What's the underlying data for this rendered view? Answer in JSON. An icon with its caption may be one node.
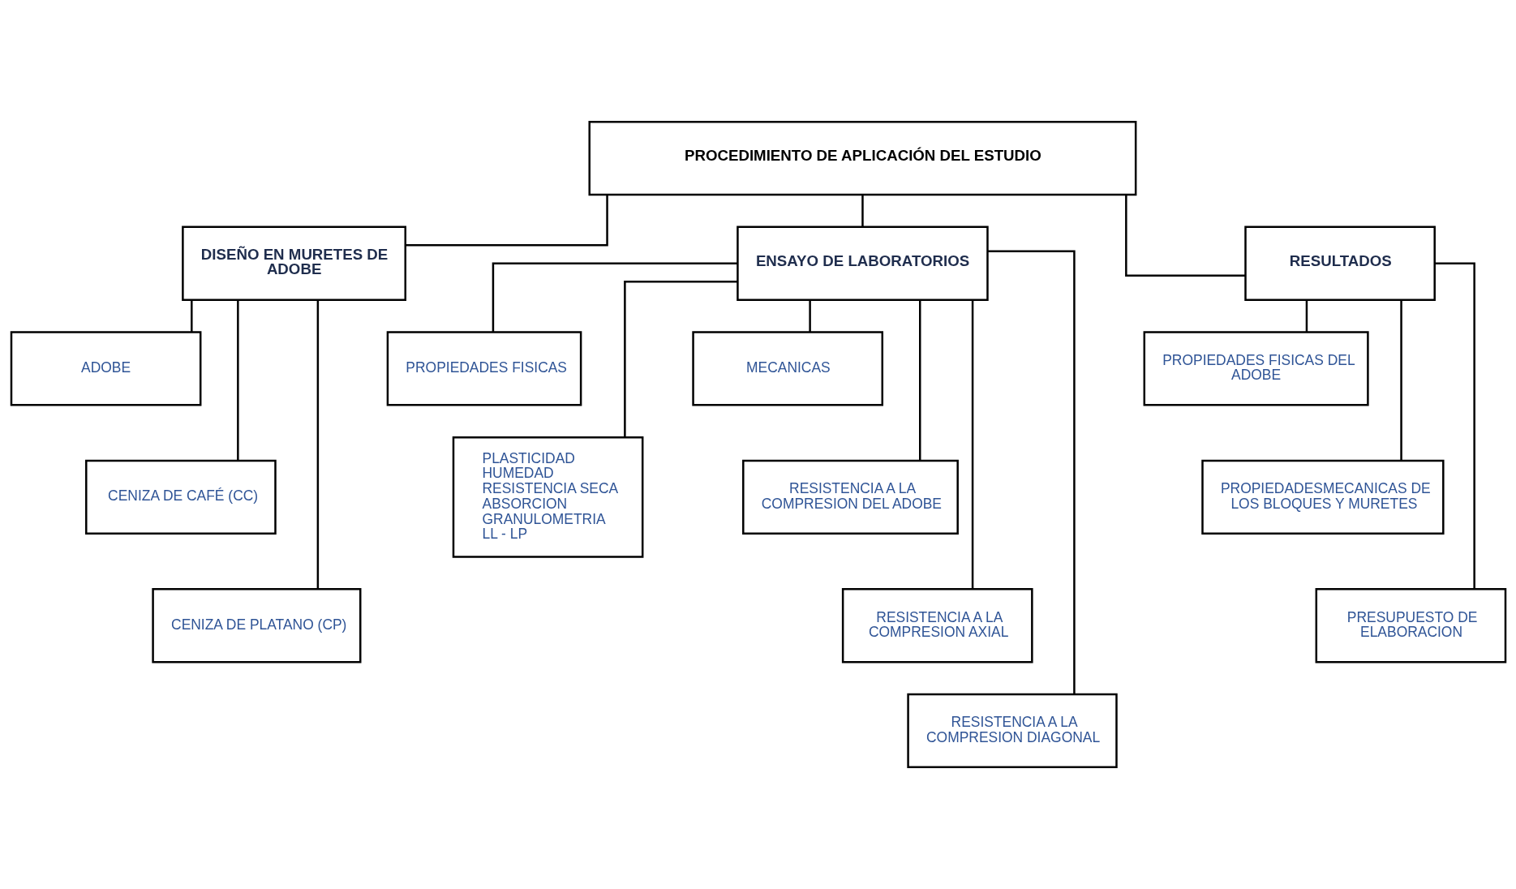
{
  "diagram": {
    "nodes": [
      {
        "text": [
          "PROCEDIMIENTO DE APLICACIÓN DEL ESTUDIO"
        ]
      },
      {
        "text": [
          "DISEÑO EN MURETES DE ADOBE"
        ]
      },
      {
        "text": [
          "ENSAYO DE LABORATORIOS"
        ]
      },
      {
        "text": [
          "RESULTADOS"
        ]
      },
      {
        "text": [
          "ADOBE"
        ]
      },
      {
        "text": [
          "CENIZA DE CAFÉ (CC)"
        ]
      },
      {
        "text": [
          "CENIZA DE PLATANO (CP)"
        ]
      },
      {
        "text": [
          "PROPIEDADES FISICAS"
        ]
      },
      {
        "text": [
          "PLASTICIDAD",
          "HUMEDAD",
          "RESISTENCIA SECA",
          "ABSORCION",
          "GRANULOMETRIA",
          "LL - LP"
        ]
      },
      {
        "text": [
          "MECANICAS"
        ]
      },
      {
        "text": [
          "RESISTENCIA A LA COMPRESION DEL ADOBE"
        ]
      },
      {
        "text": [
          "RESISTENCIA A LA COMPRESION AXIAL"
        ]
      },
      {
        "text": [
          "RESISTENCIA A LA COMPRESION DIAGONAL"
        ]
      },
      {
        "text": [
          "PROPIEDADES FISICAS DEL ADOBE"
        ]
      },
      {
        "text": [
          "PROPIEDADESMECANICAS DE LOS BLOQUES Y MURETES"
        ]
      },
      {
        "text": [
          "PRESUPUESTO DE ELABORACION"
        ]
      }
    ],
    "edges": [
      {
        "from": 0,
        "to": 1,
        "arrow": "none"
      },
      {
        "from": 0,
        "to": 2,
        "arrow": "none"
      },
      {
        "from": 0,
        "to": 3,
        "arrow": "none"
      },
      {
        "from": 1,
        "to": 4,
        "arrow": "none"
      },
      {
        "from": 1,
        "to": 5,
        "arrow": "none"
      },
      {
        "from": 1,
        "to": 6,
        "arrow": "none"
      },
      {
        "from": 2,
        "to": 7,
        "arrow": "none"
      },
      {
        "from": 2,
        "to": 8,
        "arrow": "none"
      },
      {
        "from": 2,
        "to": 9,
        "arrow": "none"
      },
      {
        "from": 2,
        "to": 10,
        "arrow": "none"
      },
      {
        "from": 2,
        "to": 11,
        "arrow": "none"
      },
      {
        "from": 2,
        "to": 12,
        "arrow": "none"
      },
      {
        "from": 3,
        "to": 13,
        "arrow": "none"
      },
      {
        "from": 3,
        "to": 14,
        "arrow": "none"
      },
      {
        "from": 3,
        "to": 15,
        "arrow": "none"
      }
    ]
  }
}
